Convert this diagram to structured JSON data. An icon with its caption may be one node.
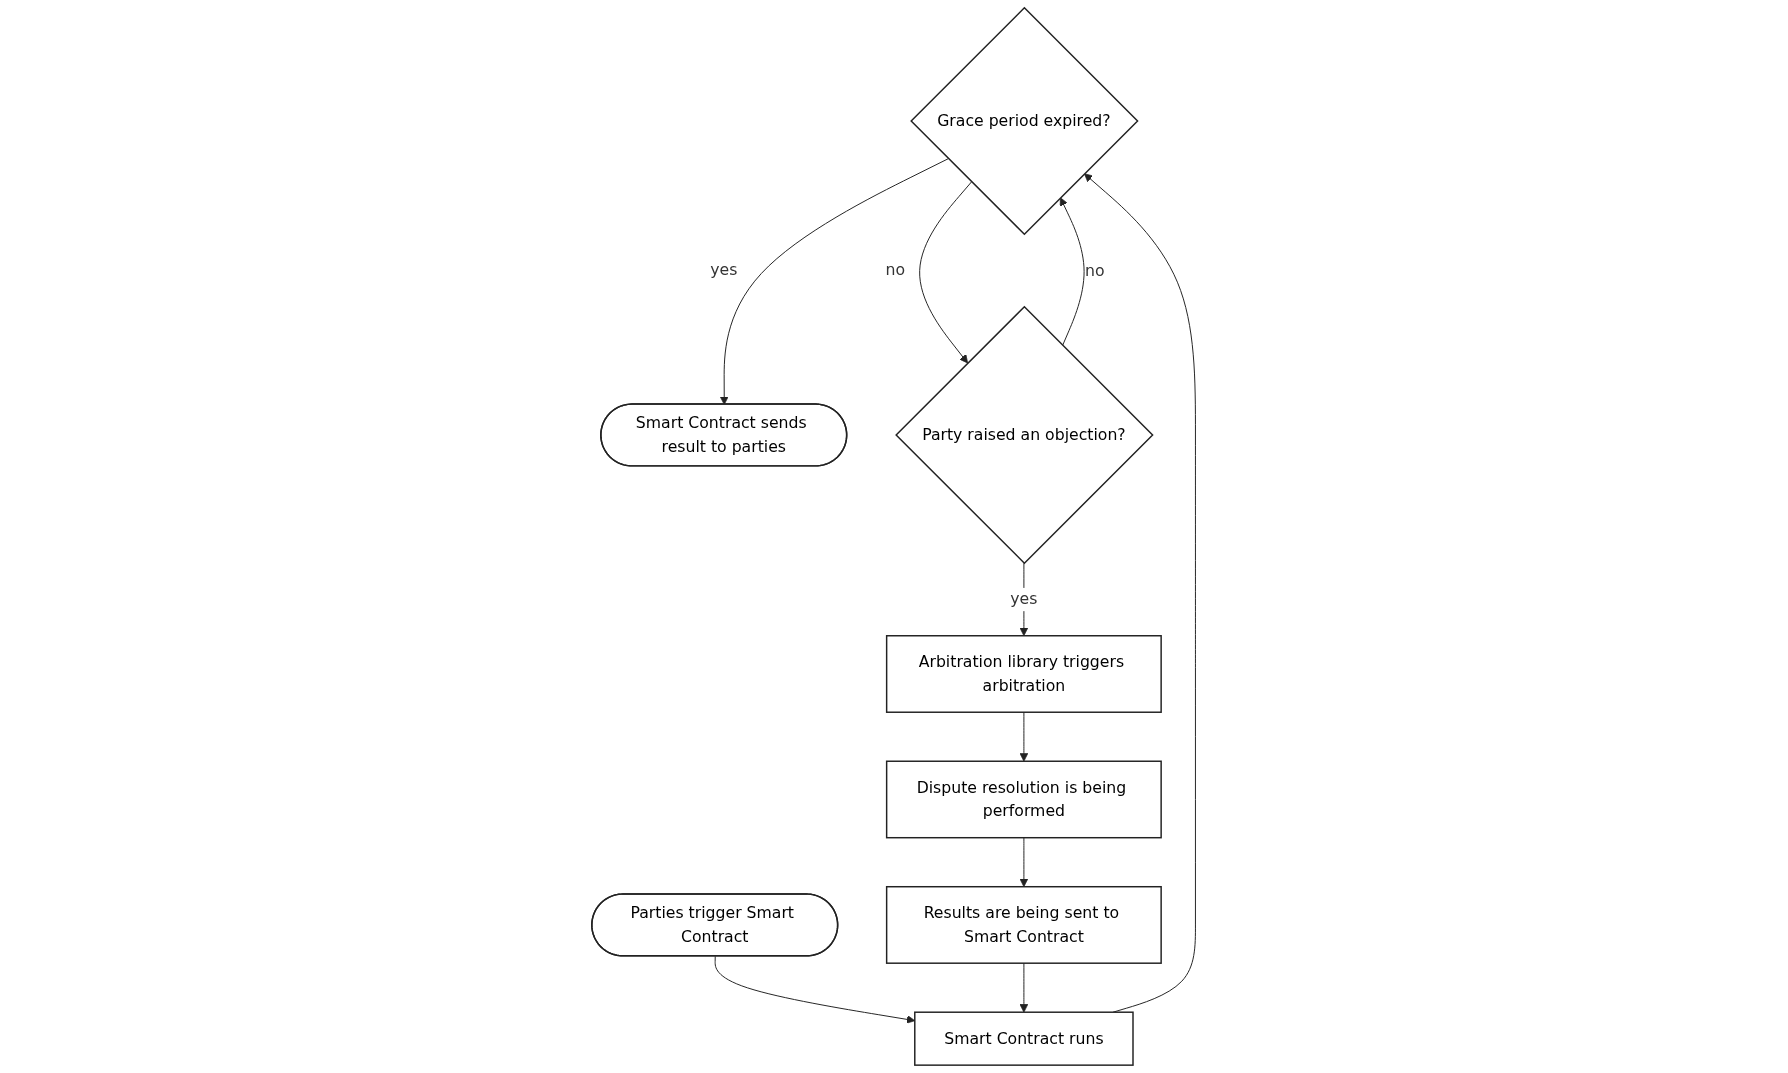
{
  "diagram": {
    "nodes": [
      {
        "text": [
          "Smart Contract sends result to parties"
        ]
      },
      {
        "text": [
          "Grace period expired?"
        ]
      },
      {
        "text": [
          "Party raised an objection?"
        ]
      },
      {
        "text": [
          "Parties trigger Smart Contract"
        ]
      },
      {
        "text": [
          "Smart Contract runs"
        ]
      },
      {
        "text": [
          "Arbitration library triggers arbitration"
        ]
      },
      {
        "text": [
          "Results are being sent to Smart Contract"
        ]
      },
      {
        "text": [
          "Dispute resolution is being performed"
        ]
      }
    ],
    "edges": [
      {
        "from": 1,
        "to": 0,
        "arrow": "to",
        "label": "yes"
      },
      {
        "from": 2,
        "to": 1,
        "arrow": "to",
        "label": "no"
      },
      {
        "from": 1,
        "to": 2,
        "arrow": "to",
        "label": "no"
      },
      {
        "from": 3,
        "to": 4,
        "arrow": "to"
      },
      {
        "from": 4,
        "to": 1,
        "arrow": "to"
      },
      {
        "from": 2,
        "to": 5,
        "arrow": "to",
        "label": "yes"
      },
      {
        "from": 5,
        "to": 7,
        "arrow": "to"
      },
      {
        "from": 7,
        "to": 6,
        "arrow": "to"
      },
      {
        "from": 6,
        "to": 4,
        "arrow": "to"
      }
    ]
  }
}
